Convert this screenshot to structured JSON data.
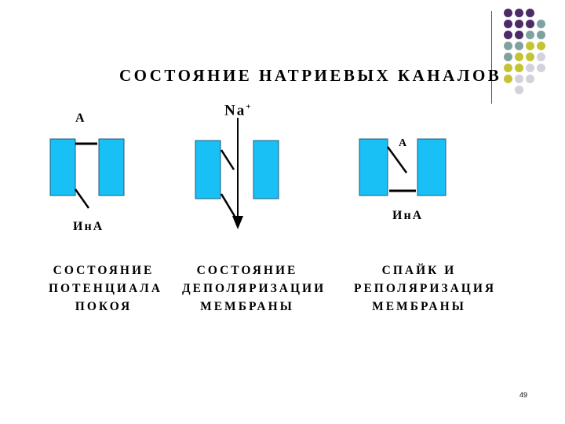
{
  "title": "СОСТОЯНИЕ НАТРИЕВЫХ КАНАЛОВ",
  "labels": {
    "activation_gate_1": "А",
    "inactivation_gate_1": "ИнА",
    "sodium_ion": "Na",
    "sodium_charge": "+",
    "activation_gate_3": "А",
    "inactivation_gate_3": "ИнА"
  },
  "captions": {
    "resting_potential": "СОСТОЯНИЕ\nПОТЕНЦИАЛА\nПОКОЯ",
    "depolarization": "СОСТОЯНИЕ\nДЕПОЛЯРИЗАЦИИ\nМЕМБРАНЫ",
    "spike_repolarization": "СПАЙК И\nРЕПОЛЯРИЗАЦИЯ\nМЕМБРАНЫ"
  },
  "page_number": "49",
  "colors": {
    "channel_fill": "#19c0f5",
    "dot_purple": "#4b2c66",
    "dot_teal": "#7fa2a0",
    "dot_olive": "#c3c333",
    "dot_grey": "#d2d2dc"
  }
}
